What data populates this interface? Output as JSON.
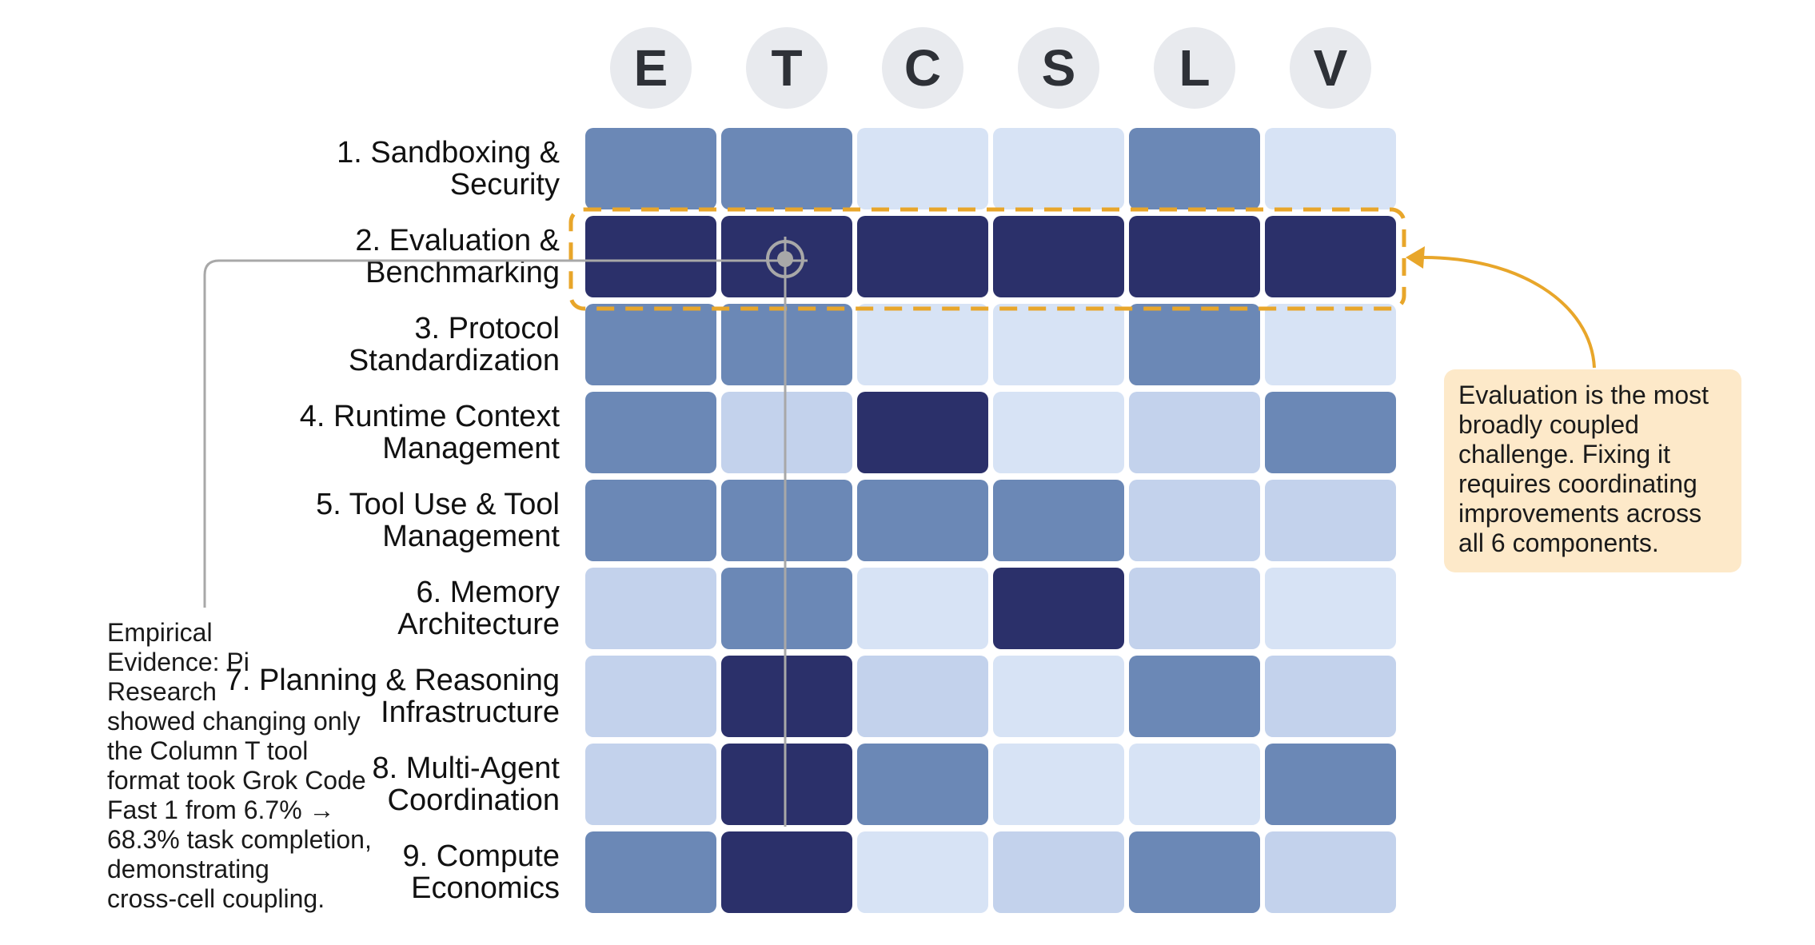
{
  "columns": [
    "E",
    "T",
    "C",
    "S",
    "L",
    "V"
  ],
  "rows": [
    "1. Sandboxing &\nSecurity",
    "2. Evaluation &\nBenchmarking",
    "3. Protocol\nStandardization",
    "4. Runtime Context\nManagement",
    "5. Tool Use & Tool\nManagement",
    "6. Memory\nArchitecture",
    "7. Planning & Reasoning\nInfrastructure",
    "8. Multi-Agent\nCoordination",
    "9. Compute\nEconomics"
  ],
  "coupling_levels": [
    [
      3,
      3,
      1,
      1,
      3,
      1
    ],
    [
      4,
      4,
      4,
      4,
      4,
      4
    ],
    [
      3,
      3,
      1,
      1,
      3,
      1
    ],
    [
      3,
      2,
      4,
      1,
      2,
      3
    ],
    [
      3,
      3,
      3,
      3,
      2,
      2
    ],
    [
      2,
      3,
      1,
      4,
      2,
      1
    ],
    [
      2,
      4,
      2,
      1,
      3,
      2
    ],
    [
      2,
      4,
      3,
      1,
      1,
      3
    ],
    [
      3,
      4,
      1,
      2,
      3,
      2
    ]
  ],
  "highlighted_row": 1,
  "target_cell": {
    "row": 1,
    "col": 1
  },
  "callout_text": "Evaluation is the most broadly coupled challenge. Fixing it requires coordinating improvements across all 6 components.",
  "evidence_text": "Empirical\nEvidence: Pi\nResearch\nshowed changing only\nthe Column T tool\nformat took Grok Code\nFast 1 from 6.7% →\n68.3% task completion,\ndemonstrating\ncross-cell coupling.",
  "colors": {
    "level_1": "#d7e3f5",
    "level_2": "#c3d2ec",
    "level_3": "#6b88b6",
    "level_4": "#2b306a",
    "highlight": "#e8a62a",
    "callout_bg": "#fde9c9",
    "leader_line": "#a8a8a8"
  }
}
